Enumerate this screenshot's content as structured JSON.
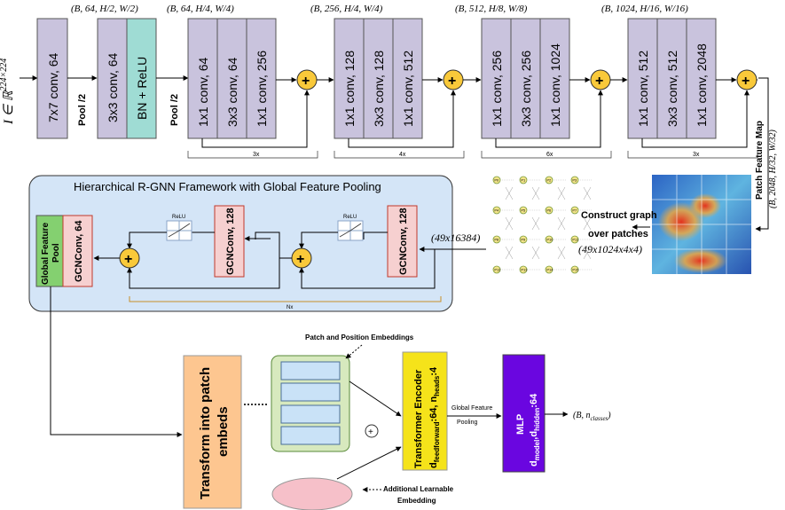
{
  "input": {
    "label_i": "I",
    "label_in": "∈",
    "label_r": "ℝ",
    "label_sup": "224×224"
  },
  "stem": {
    "conv": "7x7 conv, 64",
    "pool1": "Pool /2",
    "shape1": "(B, 64, H/2, W/2)",
    "conv2": "3x3 conv, 64",
    "bn": "BN + ReLU",
    "pool2": "Pool /2",
    "shape2": "(B, 64, H/4, W/4)"
  },
  "stages": [
    {
      "convs": [
        "1x1 conv, 64",
        "3x3 conv, 64",
        "1x1 conv, 256"
      ],
      "repeat": "3x",
      "shape": "(B, 256, H/4, W/4)"
    },
    {
      "convs": [
        "1x1 conv, 128",
        "3x3 conv, 128",
        "1x1 conv, 512"
      ],
      "repeat": "4x",
      "shape": "(B, 512, H/8, W/8)"
    },
    {
      "convs": [
        "1x1 conv, 256",
        "3x3 conv, 256",
        "1x1 conv, 1024"
      ],
      "repeat": "6x",
      "shape": "(B, 1024, H/16, W/16)"
    },
    {
      "convs": [
        "1x1 conv, 512",
        "3x3 conv, 512",
        "1x1 conv, 2048"
      ],
      "repeat": "3x"
    }
  ],
  "plus": "+",
  "patch_map": {
    "title": "Patch Feature Map",
    "shape": "(B, 2048, H/32, W/32)"
  },
  "graph": {
    "line1": "Construct graph",
    "line2": "over patches",
    "shape": "(49x1024x4x4)",
    "nodes": [
      "P0",
      "P1",
      "P2",
      "P3",
      "P4",
      "P5",
      "P6",
      "P7",
      "P8",
      "P9",
      "P10",
      "P11",
      "P12",
      "P13",
      "P14",
      "P15"
    ]
  },
  "rgnn": {
    "title": "Hierarchical R-GNN Framework with Global Feature Pooling",
    "gcn_right": "GCNConv, 128",
    "gcn_mid": "GCNConv, 128",
    "gcn_small": "GCNConv, 64",
    "pool": "Global Feature Pool",
    "relu": "ReLU",
    "input_shape": "(49x16384)",
    "nx": "Nx"
  },
  "transformer": {
    "transform": "Transform into patch embeds",
    "patch_pos": "Patch and Position Embeddings",
    "add_emb_1": "Additional Learnable",
    "add_emb_2": "Embedding",
    "encoder_1": "Transformer Encoder",
    "encoder_2": "d",
    "encoder_2_sub": "feedforward",
    "encoder_2b": ":64, n",
    "encoder_2b_sub": "heads",
    "encoder_2c": ":4",
    "pool_1": "Global Feature",
    "pool_2": "Pooling",
    "mlp_1": "MLP",
    "mlp_2": "d",
    "mlp_2_sub": "model",
    "mlp_2b": ",d",
    "mlp_2b_sub": "hidden",
    "mlp_2c": ":64",
    "output": "(B, n",
    "output_sub": "classes",
    "output_end": ")"
  },
  "colors": {
    "conv_fill": "#c9c3dd",
    "bn_fill": "#9fdcd4",
    "plus_fill": "#f9c93a",
    "rgnn_bg": "#d4e5f7",
    "gcn_fill": "#f6d0d0",
    "gcn_stroke": "#c0392b",
    "pool_fill": "#84d070",
    "transform_fill": "#fdc690",
    "embed_fill": "#d7e9be",
    "embed_cell": "#c9e2f7",
    "encoder_fill": "#f5e31a",
    "mlp_fill": "#6a06e0",
    "ellipse_fill": "#f6c0c9"
  }
}
